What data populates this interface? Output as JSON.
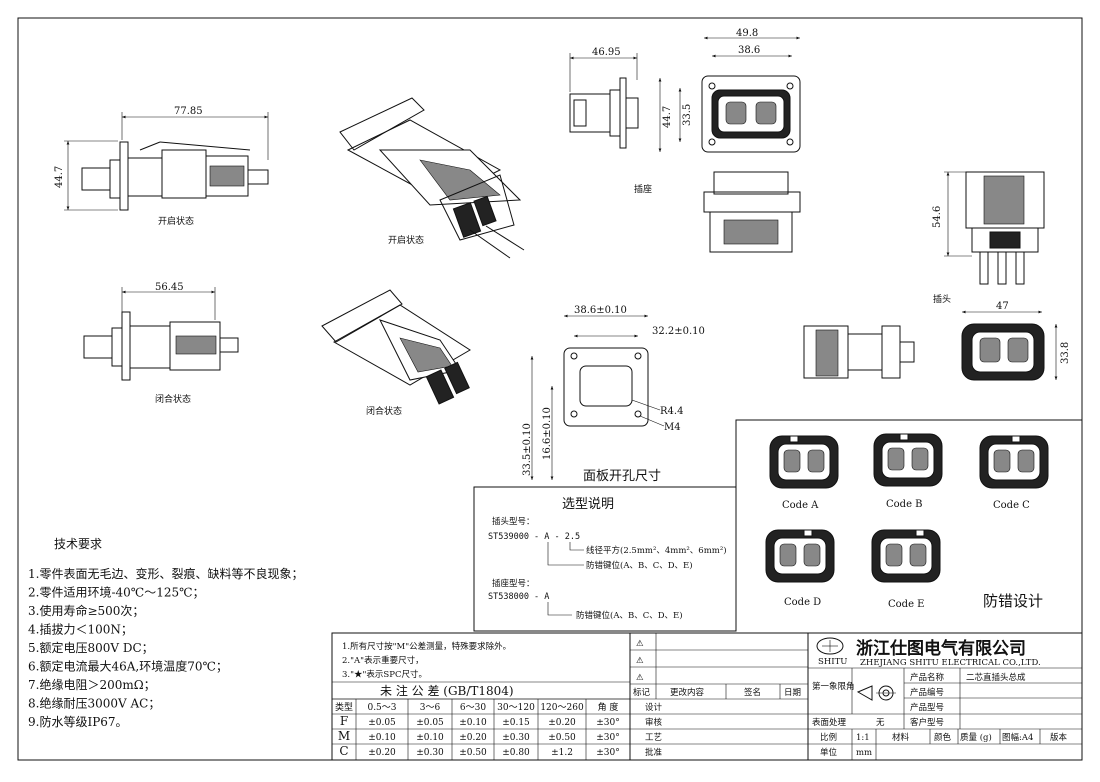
{
  "views": {
    "open_state_side": {
      "label": "开启状态",
      "dim_width": "77.85",
      "dim_height": "44.7"
    },
    "open_state_iso": {
      "label": "开启状态"
    },
    "closed_state_side": {
      "label": "闭合状态",
      "dim_width": "56.45"
    },
    "closed_state_iso": {
      "label": "闭合状态"
    },
    "socket": {
      "label": "插座",
      "dim_depth": "46.95",
      "dim_outer_w": "49.8",
      "dim_inner_w": "38.6",
      "dim_outer_h": "44.7",
      "dim_inner_h": "33.5"
    },
    "plug": {
      "label": "插头",
      "dim_height": "54.6",
      "dim_width": "47",
      "dim_face_h": "33.8"
    },
    "panel_cutout": {
      "label": "面板开孔尺寸",
      "dim_w1": "38.6±0.10",
      "dim_w2": "32.2±0.10",
      "dim_h1": "33.5±0.10",
      "dim_h2": "16.6±0.10",
      "radius": "R4.4",
      "thread": "M4"
    }
  },
  "selection": {
    "title": "选型说明",
    "plug_label": "插头型号：",
    "plug_code": "ST539000 - A - 2.5",
    "plug_note_wire": "线径平方(2.5mm²、4mm²、6mm²)",
    "plug_note_key": "防错键位(A、B、C、D、E)",
    "socket_label": "插座型号：",
    "socket_code": "ST538000 - A",
    "socket_note_key": "防错键位(A、B、C、D、E)"
  },
  "keying": {
    "title": "防错设计",
    "codes": [
      "Code  A",
      "Code  B",
      "Code  C",
      "Code  D",
      "Code  E"
    ]
  },
  "tech": {
    "title": "技术要求",
    "items": [
      "1.零件表面无毛边、变形、裂痕、缺料等不良现象；",
      "2.零件适用环境-40℃～125℃；",
      "3.使用寿命≥500次；",
      "4.插拔力＜100N；",
      "5.额定电压800V DC；",
      "6.额定电流最大46A,环境温度70℃；",
      "7.绝缘电阻＞200mΩ；",
      "8.绝缘耐压3000V AC；",
      "9.防水等级IP67。"
    ]
  },
  "titleblock": {
    "notes": [
      "1.所有尺寸按\"M\"公差测量，特殊要求除外。",
      "2.\"A\"表示重要尺寸，",
      "3.\"★\"表示SPC尺寸。"
    ],
    "tol_title": "未 注 公 差  (GB/T1804)",
    "tol_header": [
      "类型",
      "0.5～3",
      "3～6",
      "6～30",
      "30～120",
      "120～260",
      "角 度"
    ],
    "tol_rows": [
      [
        "F",
        "±0.05",
        "±0.05",
        "±0.10",
        "±0.15",
        "±0.20",
        "±30°"
      ],
      [
        "M",
        "±0.10",
        "±0.10",
        "±0.20",
        "±0.30",
        "±0.50",
        "±30°"
      ],
      [
        "C",
        "±0.20",
        "±0.30",
        "±0.50",
        "±0.80",
        "±1.2",
        "±30°"
      ]
    ],
    "warn_mark": "⚠",
    "rev_header": [
      "标记",
      "更改内容",
      "签名",
      "日期"
    ],
    "roles": [
      "设计",
      "审核",
      "工艺",
      "批准"
    ],
    "company_cn": "浙江仕图电气有限公司",
    "company_logo": "SHITU",
    "company_en": "ZHEJIANG SHITU ELECTRICAL CO.,LTD.",
    "projection": "第一象限角",
    "fields": [
      {
        "k": "产品名称",
        "v": "二芯直插头总成"
      },
      {
        "k": "产品编号",
        "v": ""
      },
      {
        "k": "产品型号",
        "v": ""
      },
      {
        "k": "客户型号",
        "v": ""
      }
    ],
    "surface_label": "表面处理",
    "surface_value": "无",
    "scale_label": "比例",
    "scale_value": "1:1",
    "material_label": "材料",
    "color_label": "颜色",
    "mass_label": "质量 (g)",
    "size_label": "图幅:A4",
    "version_label": "版本",
    "unit_label": "单位",
    "unit_value": "mm"
  }
}
